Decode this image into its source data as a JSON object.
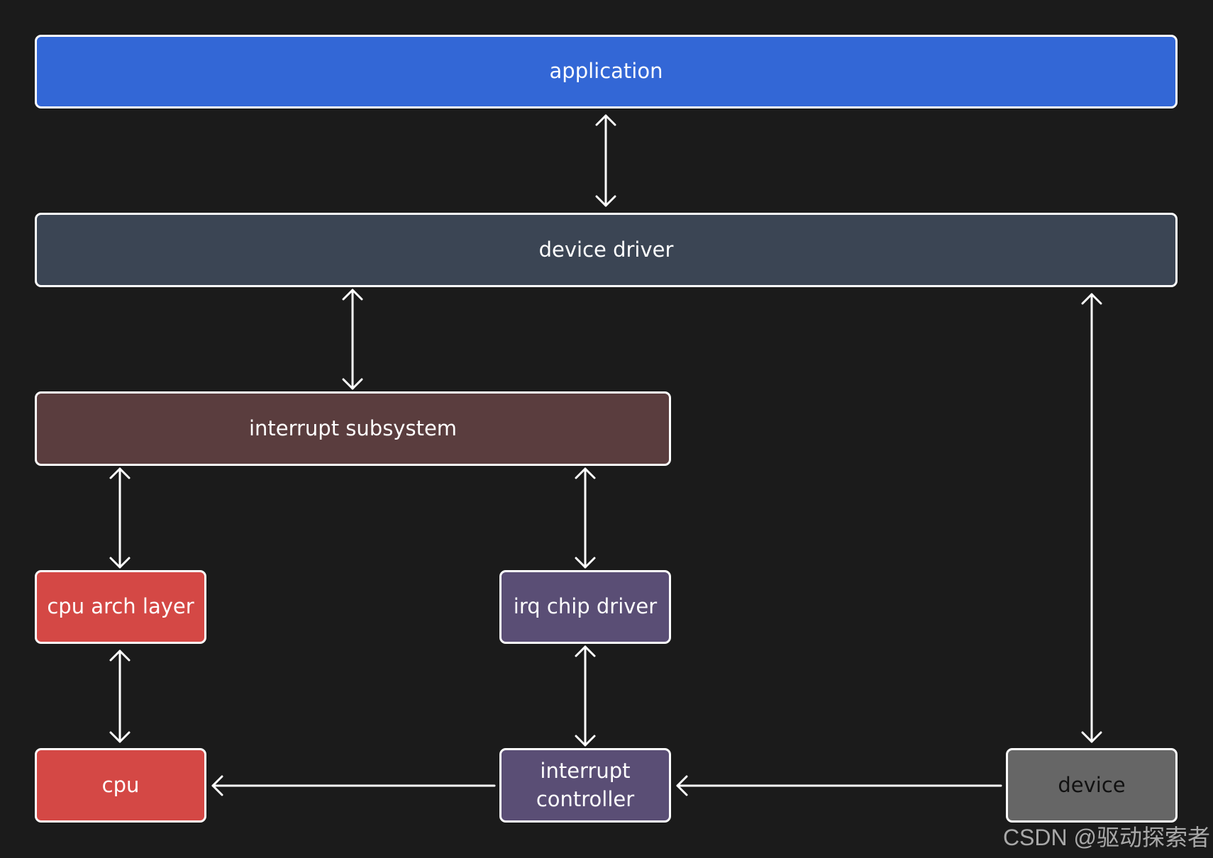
{
  "nodes": {
    "application": {
      "label": "application",
      "color": "#3367d6",
      "text_color": "#ffffff"
    },
    "device_driver": {
      "label": "device driver",
      "color": "#3b4554",
      "text_color": "#ffffff"
    },
    "interrupt_subsystem": {
      "label": "interrupt subsystem",
      "color": "#5a3d3e",
      "text_color": "#ffffff"
    },
    "cpu_arch_layer": {
      "label": "cpu arch layer",
      "color": "#d44845",
      "text_color": "#ffffff"
    },
    "irq_chip_driver": {
      "label": "irq chip driver",
      "color": "#5a4e75",
      "text_color": "#ffffff"
    },
    "cpu": {
      "label": "cpu",
      "color": "#d44845",
      "text_color": "#ffffff"
    },
    "interrupt_controller": {
      "label": "interrupt\ncontroller",
      "color": "#5a4e75",
      "text_color": "#ffffff"
    },
    "device": {
      "label": "device",
      "color": "#666666",
      "text_color": "#111111"
    }
  },
  "edges": [
    {
      "from": "application",
      "to": "device_driver",
      "direction": "both"
    },
    {
      "from": "device_driver",
      "to": "interrupt_subsystem",
      "direction": "both"
    },
    {
      "from": "device_driver",
      "to": "device",
      "direction": "both"
    },
    {
      "from": "interrupt_subsystem",
      "to": "cpu_arch_layer",
      "direction": "both"
    },
    {
      "from": "interrupt_subsystem",
      "to": "irq_chip_driver",
      "direction": "both"
    },
    {
      "from": "cpu_arch_layer",
      "to": "cpu",
      "direction": "both"
    },
    {
      "from": "irq_chip_driver",
      "to": "interrupt_controller",
      "direction": "both"
    },
    {
      "from": "interrupt_controller",
      "to": "cpu",
      "direction": "forward"
    },
    {
      "from": "device",
      "to": "interrupt_controller",
      "direction": "forward"
    }
  ],
  "colors": {
    "background": "#1b1b1b",
    "border": "#ffffff",
    "arrow": "#ffffff"
  },
  "watermark": "CSDN @驱动探索者"
}
